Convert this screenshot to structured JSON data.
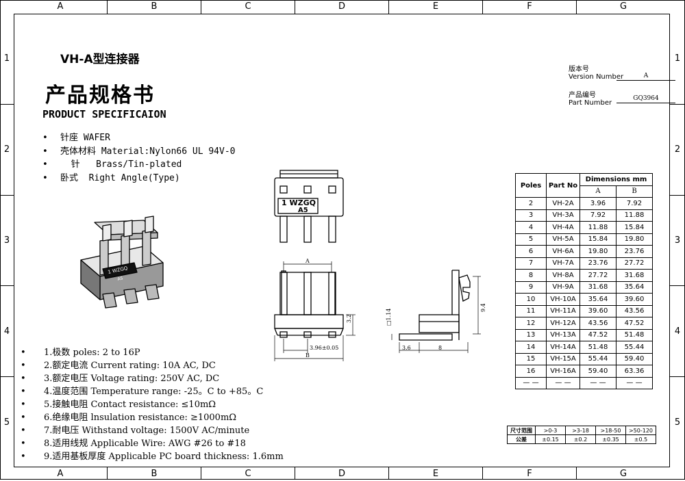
{
  "grid": {
    "columns": [
      "A",
      "B",
      "C",
      "D",
      "E",
      "F",
      "G"
    ],
    "rows": [
      "1",
      "2",
      "3",
      "4",
      "5"
    ]
  },
  "header": {
    "subtitle": "VH-A型连接器",
    "title_cn": "产品规格书",
    "title_en": "PRODUCT SPECIFICAION"
  },
  "info": {
    "version_cn": "版本号",
    "version_en": "Version Number",
    "version_value": "A",
    "part_cn": "产品编号",
    "part_en": "Part Number",
    "part_value": "GQ3964"
  },
  "bullets": [
    "针座 WAFER",
    "壳体材料 Material:Nylon66 UL 94V-0",
    "  针   Brass/Tin-plated",
    "卧式  Right Angle(Type)"
  ],
  "specs": [
    "1.极数 poles: 2 to 16P",
    "2.额定电流 Current rating: 10A AC, DC",
    "3.额定电压 Voltage rating: 250V AC, DC",
    "4.温度范围 Temperature range: -25。C to +85。C",
    "5.接触电阻 Contact resistance: ≤10mΩ",
    "6.绝缘电阻 lnsulation resistance: ≥1000mΩ",
    "7.耐电压 Withstand voltage: 1500V AC/minute",
    "8.适用线规 Applicable Wire: AWG #26 to #18",
    "9.适用基板厚度 Applicable PC board thickness: 1.6mm"
  ],
  "drawing": {
    "marking_line1": "1 WZGQ",
    "marking_line2": "A5",
    "dim_a": "A",
    "dim_b": "B",
    "dim_pitch": "3.96±0.05",
    "dim_32": "3.2",
    "dim_114": "□1.14",
    "dim_94": "9.4",
    "dim_36": "3.6",
    "dim_8": "8"
  },
  "dim_table": {
    "header_poles": "Poles",
    "header_part": "Part No",
    "header_dims": "Dimensions mm",
    "header_a": "A",
    "header_b": "B",
    "rows": [
      [
        "2",
        "VH-2A",
        "3.96",
        "7.92"
      ],
      [
        "3",
        "VH-3A",
        "7.92",
        "11.88"
      ],
      [
        "4",
        "VH-4A",
        "11.88",
        "15.84"
      ],
      [
        "5",
        "VH-5A",
        "15.84",
        "19.80"
      ],
      [
        "6",
        "VH-6A",
        "19.80",
        "23.76"
      ],
      [
        "7",
        "VH-7A",
        "23.76",
        "27.72"
      ],
      [
        "8",
        "VH-8A",
        "27.72",
        "31.68"
      ],
      [
        "9",
        "VH-9A",
        "31.68",
        "35.64"
      ],
      [
        "10",
        "VH-10A",
        "35.64",
        "39.60"
      ],
      [
        "11",
        "VH-11A",
        "39.60",
        "43.56"
      ],
      [
        "12",
        "VH-12A",
        "43.56",
        "47.52"
      ],
      [
        "13",
        "VH-13A",
        "47.52",
        "51.48"
      ],
      [
        "14",
        "VH-14A",
        "51.48",
        "55.44"
      ],
      [
        "15",
        "VH-15A",
        "55.44",
        "59.40"
      ],
      [
        "16",
        "VH-16A",
        "59.40",
        "63.36"
      ],
      [
        "— —",
        "— —",
        "— —",
        "— —"
      ]
    ]
  },
  "tolerance": {
    "range_label": "尺寸范围",
    "tol_label": "公差",
    "ranges": [
      ">0-3",
      ">3-18",
      ">18-50",
      ">50-120"
    ],
    "values": [
      "±0.15",
      "±0.2",
      "±0.35",
      "±0.5"
    ]
  }
}
